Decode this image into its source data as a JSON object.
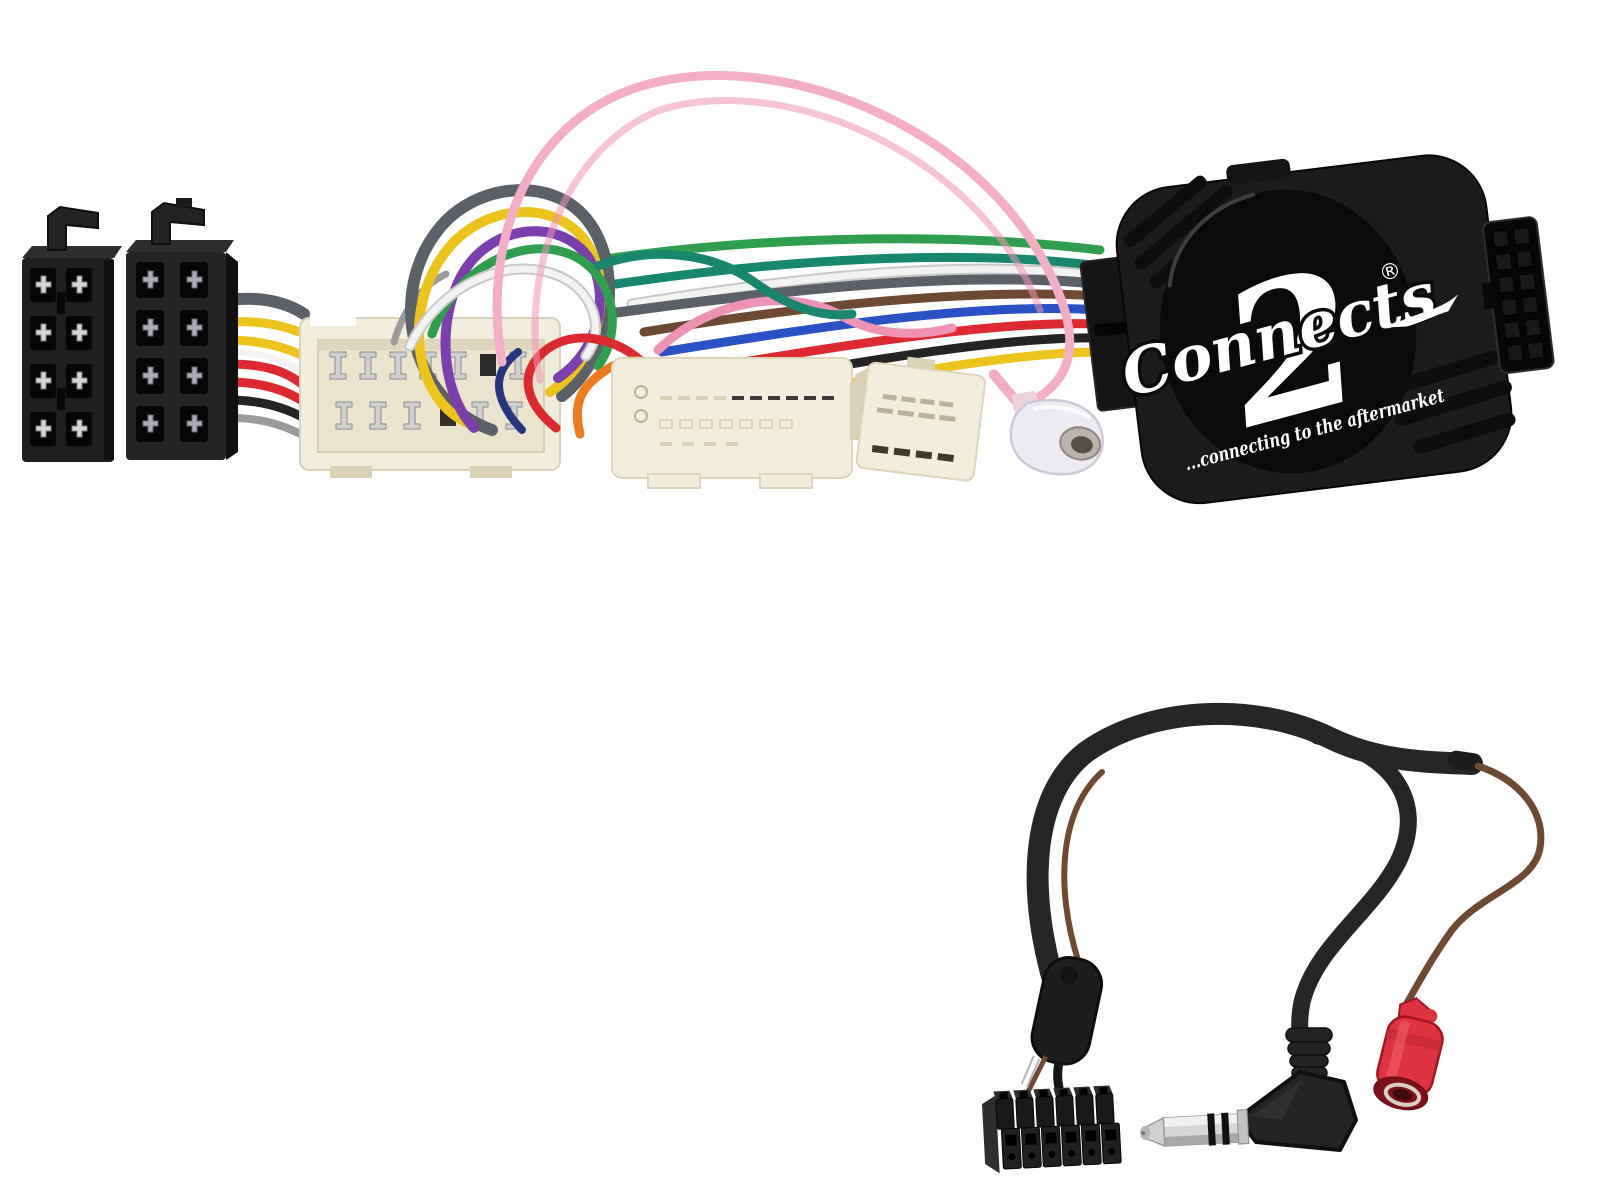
{
  "meta": {
    "alt": "Product photo on white background: Connects2 steering wheel control interface box with vehicle wiring harness (two black ISO connectors, white vehicle plugs, multicoloured wires, clear bullet terminal) and a separate patch lead with 12-pin connector, right-angle 3.5mm jack and red bullet terminal."
  },
  "logo": {
    "brand_script": "Connects",
    "brand_numeral": "2",
    "registered": "®",
    "tagline": "...connecting to the aftermarket"
  },
  "palette": {
    "bg": "#ffffff",
    "iso_black": "#1e1e1e",
    "iso_black_light": "#2e2e2e",
    "metal": "#d2d2d2",
    "metal_dark": "#8f8f8f",
    "cream": "#f2eedd",
    "cream_shadow": "#d9d2b6",
    "cream_recess": "#eae4cf",
    "yellow": "#edc41c",
    "red": "#dd2a32",
    "black_wire": "#242424",
    "gray": "#9b9b9b",
    "slate": "#5c6168",
    "orange": "#ee7c1e",
    "pink": "#ee93b4",
    "pink_light": "#f3aec6",
    "purple": "#7b3fae",
    "green": "#2f9e4f",
    "teal": "#17886e",
    "white_wire": "#f3f3f3",
    "blue": "#2a52c4",
    "navy": "#27357f",
    "brown": "#6e4a33",
    "box_black": "#1b1b1b",
    "box_gloss": "#0a0a0a",
    "logo_white": "#ffffff",
    "socket_black": "#070707",
    "cable_black": "#262626",
    "junction_black": "#1d1d1d",
    "bullet_red": "#de3340",
    "bullet_red_dark": "#a31624",
    "bullet_mouth": "#7d121c",
    "clear_body": "#edeaf1",
    "clear_stroke": "#cfc8d8"
  }
}
